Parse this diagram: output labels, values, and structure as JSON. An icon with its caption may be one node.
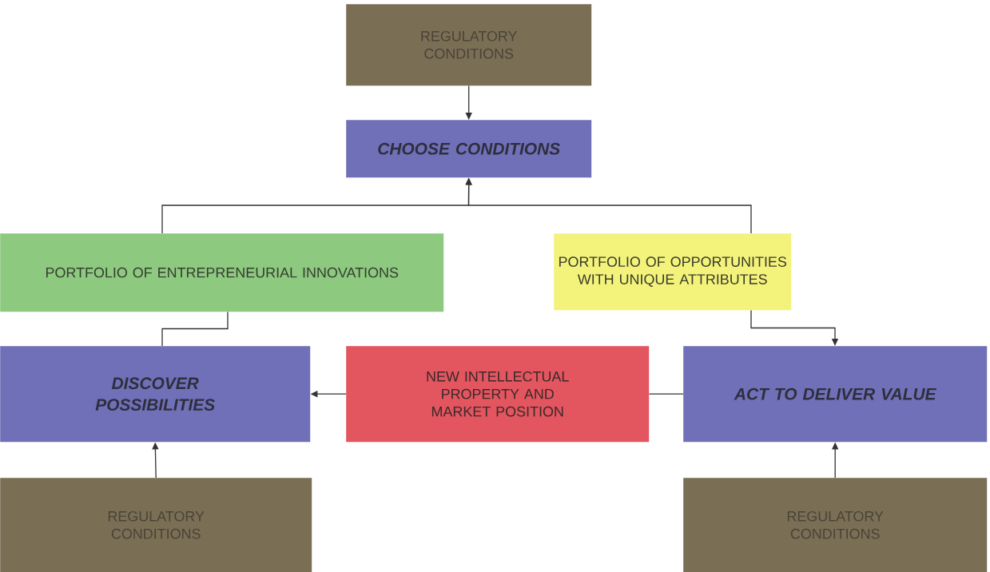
{
  "diagram": {
    "nodes": [
      {
        "text": [
          "REGULATORY CONDITIONS"
        ]
      },
      {
        "text": [
          "CHOOSE CONDITIONS"
        ]
      },
      {
        "text": [
          "PORTFOLIO OF ENTREPRENEURIAL INNOVATIONS"
        ]
      },
      {
        "text": [
          "PORTFOLIO OF OPPORTUNITIES WITH UNIQUE ATTRIBUTES"
        ]
      },
      {
        "text": [
          "DISCOVER POSSIBILITIES"
        ]
      },
      {
        "text": [
          "NEW INTELLECTUAL PROPERTY AND MARKET POSITION"
        ]
      },
      {
        "text": [
          "ACT TO DELIVER VALUE"
        ]
      },
      {
        "text": [
          "REGULATORY CONDITIONS"
        ]
      },
      {
        "text": [
          "REGULATORY CONDITIONS"
        ]
      }
    ],
    "edges": [
      {
        "from": 0,
        "to": 1,
        "arrow": "to"
      },
      {
        "from": 2,
        "to": 1,
        "arrow": "to"
      },
      {
        "from": 3,
        "to": 1,
        "arrow": "to"
      },
      {
        "from": 4,
        "to": 2,
        "arrow": "none"
      },
      {
        "from": 3,
        "to": 6,
        "arrow": "to"
      },
      {
        "from": 6,
        "to": 5,
        "arrow": "none"
      },
      {
        "from": 5,
        "to": 4,
        "arrow": "to"
      },
      {
        "from": 7,
        "to": 4,
        "arrow": "to"
      },
      {
        "from": 8,
        "to": 6,
        "arrow": "to"
      }
    ]
  }
}
